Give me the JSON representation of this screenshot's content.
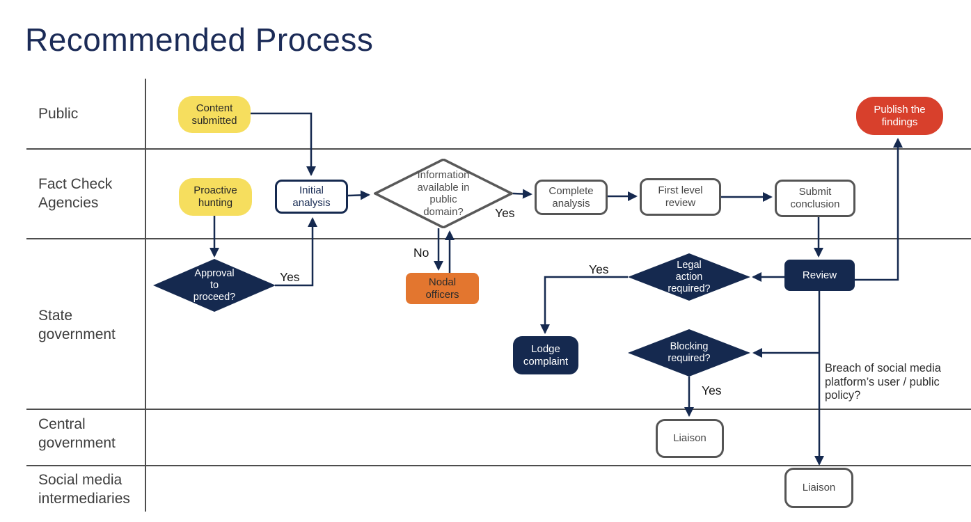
{
  "title": "Recommended Process",
  "lanes": [
    {
      "label": "Public"
    },
    {
      "label": "Fact Check Agencies"
    },
    {
      "label": "State government"
    },
    {
      "label": "Central government"
    },
    {
      "label": "Social media intermediaries"
    }
  ],
  "nodes": {
    "content_submitted": {
      "label": "Content submitted",
      "lane": "Public",
      "shape": "rounded",
      "color": "#f6de5e"
    },
    "publish_findings": {
      "label": "Publish the findings",
      "lane": "Public",
      "shape": "rounded",
      "color": "#d8402c"
    },
    "proactive_hunting": {
      "label": "Proactive hunting",
      "lane": "Fact Check Agencies",
      "shape": "rounded",
      "color": "#f6de5e"
    },
    "initial_analysis": {
      "label": "Initial analysis",
      "lane": "Fact Check Agencies",
      "shape": "process",
      "color": "#ffffff"
    },
    "info_available": {
      "label": "Information available in public domain?",
      "lane": "Fact Check Agencies",
      "shape": "decision",
      "color": "#ffffff"
    },
    "complete_analysis": {
      "label": "Complete analysis",
      "lane": "Fact Check Agencies",
      "shape": "process",
      "color": "#ffffff"
    },
    "first_level_review": {
      "label": "First level review",
      "lane": "Fact Check Agencies",
      "shape": "process",
      "color": "#ffffff"
    },
    "submit_conclusion": {
      "label": "Submit conclusion",
      "lane": "Fact Check Agencies",
      "shape": "process",
      "color": "#ffffff"
    },
    "approval_to_proceed": {
      "label": "Approval to proceed?",
      "lane": "State government",
      "shape": "decision",
      "color": "#15294f"
    },
    "nodal_officers": {
      "label": "Nodal officers",
      "lane": "State government",
      "shape": "process",
      "color": "#e3762f"
    },
    "review": {
      "label": "Review",
      "lane": "State government",
      "shape": "process",
      "color": "#15294f"
    },
    "legal_action": {
      "label": "Legal action required?",
      "lane": "State government",
      "shape": "decision",
      "color": "#15294f"
    },
    "lodge_complaint": {
      "label": "Lodge complaint",
      "lane": "State government",
      "shape": "process",
      "color": "#15294f"
    },
    "blocking_required": {
      "label": "Blocking required?",
      "lane": "State government",
      "shape": "decision",
      "color": "#15294f"
    },
    "liaison_central": {
      "label": "Liaison",
      "lane": "Central government",
      "shape": "process",
      "color": "#ffffff"
    },
    "liaison_social": {
      "label": "Liaison",
      "lane": "Social media intermediaries",
      "shape": "process",
      "color": "#ffffff"
    }
  },
  "edges": [
    {
      "from": "Content submitted",
      "to": "Initial analysis",
      "label": ""
    },
    {
      "from": "Proactive hunting",
      "to": "Approval to proceed?",
      "label": ""
    },
    {
      "from": "Approval to proceed?",
      "to": "Initial analysis",
      "label": "Yes"
    },
    {
      "from": "Initial analysis",
      "to": "Information available in public domain?",
      "label": ""
    },
    {
      "from": "Information available in public domain?",
      "to": "Complete analysis",
      "label": "Yes"
    },
    {
      "from": "Information available in public domain?",
      "to": "Nodal officers",
      "label": "No"
    },
    {
      "from": "Nodal officers",
      "to": "Information available in public domain?",
      "label": ""
    },
    {
      "from": "Complete analysis",
      "to": "First level review",
      "label": ""
    },
    {
      "from": "First level review",
      "to": "Submit conclusion",
      "label": ""
    },
    {
      "from": "Submit conclusion",
      "to": "Review",
      "label": ""
    },
    {
      "from": "Review",
      "to": "Legal action required?",
      "label": ""
    },
    {
      "from": "Legal action required?",
      "to": "Lodge complaint",
      "label": "Yes"
    },
    {
      "from": "Review",
      "to": "Blocking required?",
      "label": ""
    },
    {
      "from": "Blocking required?",
      "to": "Liaison (Central government)",
      "label": "Yes"
    },
    {
      "from": "Review",
      "to": "Liaison (Social media intermediaries)",
      "label": ""
    },
    {
      "from": "Review",
      "to": "Publish the findings",
      "label": ""
    }
  ],
  "annotation": {
    "breach": "Breach of social media platform’s user / public policy?"
  },
  "colors": {
    "navy": "#15294f",
    "yellow": "#f6de5e",
    "orange": "#e3762f",
    "red": "#d8402c",
    "gray_border": "#595959",
    "lane_line": "#4d4d4d",
    "title_text": "#1b2b57"
  }
}
